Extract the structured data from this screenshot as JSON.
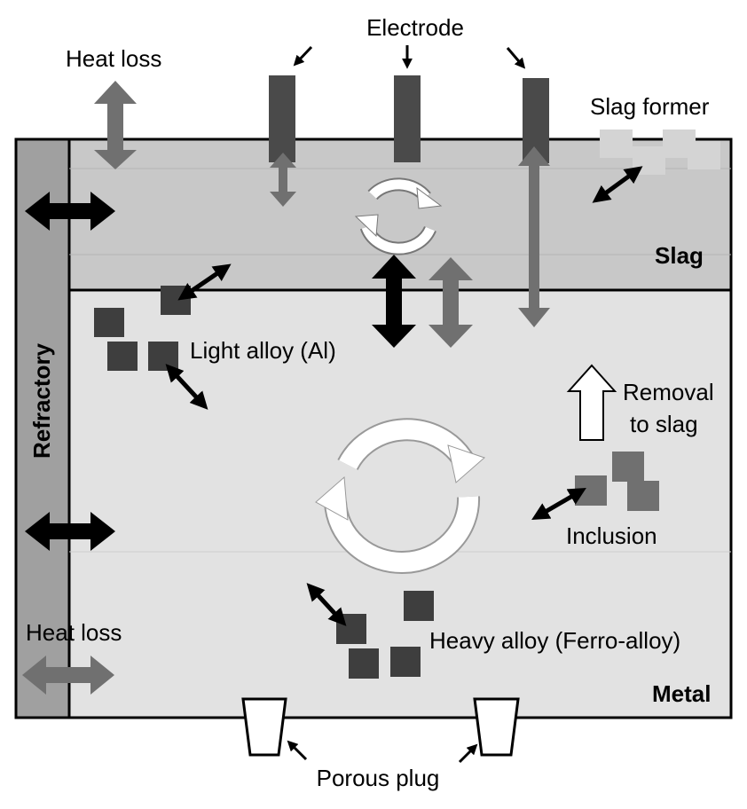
{
  "labels": {
    "electrode": "Electrode",
    "heat_loss_top": "Heat loss",
    "slag_former": "Slag former",
    "slag": "Slag",
    "refractory": "Refractory",
    "light_alloy": "Light alloy (Al)",
    "removal_line1": "Removal",
    "removal_line2": "to slag",
    "inclusion": "Inclusion",
    "heat_loss_bottom": "Heat loss",
    "heavy_alloy": "Heavy alloy (Ferro-alloy)",
    "metal": "Metal",
    "porous_plug": "Porous plug"
  },
  "colors": {
    "slag_fill": "#c8c8c8",
    "metal_fill": "#e2e2e2",
    "refractory_fill": "#a0a0a0",
    "electrode_fill": "#4a4a4a",
    "particle_dark": "#3e3e3e",
    "inclusion_fill": "#707070",
    "slag_former_fill": "#d4d4d4",
    "gray_arrow": "#707070",
    "black_arrow": "#000000"
  }
}
